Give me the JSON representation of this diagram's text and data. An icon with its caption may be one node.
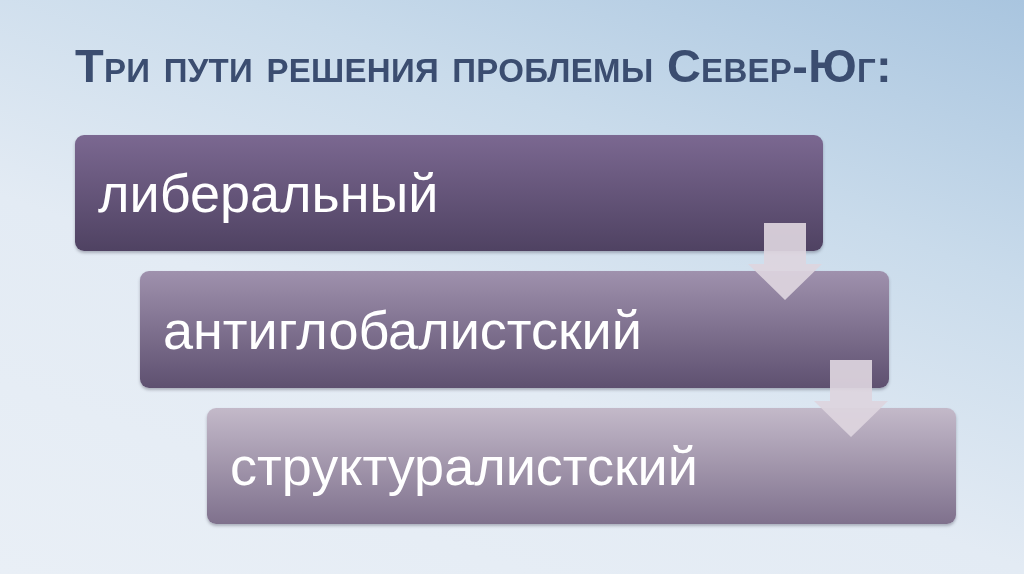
{
  "diagram": {
    "title": "Три пути решения проблемы Север-Юг:",
    "nodes": [
      {
        "text": [
          "либеральный"
        ]
      },
      {
        "text": [
          "антиглобалистский"
        ]
      },
      {
        "text": [
          "структуралистский"
        ]
      }
    ],
    "edges": [
      {
        "from": 0,
        "to": 1,
        "arrow": "to"
      },
      {
        "from": 1,
        "to": 2,
        "arrow": "to"
      }
    ]
  }
}
